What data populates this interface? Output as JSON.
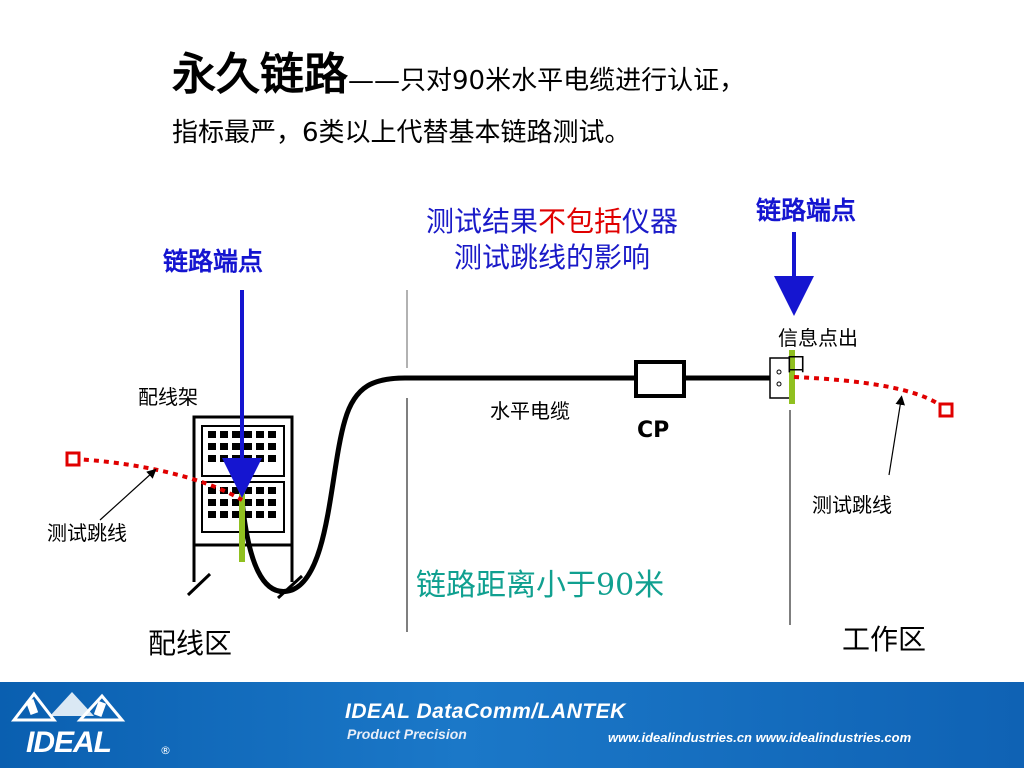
{
  "title": {
    "main": "永久链路",
    "rest": "——只对90米水平电缆进行认证，",
    "line2": "指标最严，6类以上代替基本链路测试。"
  },
  "endpoint_left": "链路端点",
  "endpoint_right": "链路端点",
  "note": {
    "part1": "测试结果",
    "part2": "不包括",
    "part3": "仪器",
    "line2": "测试跳线的影响"
  },
  "outlet_label_line1": "信息点出",
  "outlet_label_line2": "口",
  "patch_panel_label": "配线架",
  "horizontal_cable_label": "水平电缆",
  "cp_label": "CP",
  "test_cord_left": "测试跳线",
  "test_cord_right": "测试跳线",
  "distance_label": "链路距离小于90米",
  "zone_left": "配线区",
  "zone_right": "工作区",
  "footer": {
    "logo": "IDEAL",
    "registered": "®",
    "brand": "IDEAL DataComm/LANTEK",
    "tagline": "Product Precision",
    "urls": "www.idealindustries.cn  www.idealindustries.com"
  },
  "colors": {
    "endpoint_blue": "#1515d0",
    "emphasis_red": "#e00000",
    "distance_teal": "#10a090",
    "test_cord_red": "#e00000",
    "marker_green": "#90c020",
    "footer_blue": "#1b78c8"
  }
}
